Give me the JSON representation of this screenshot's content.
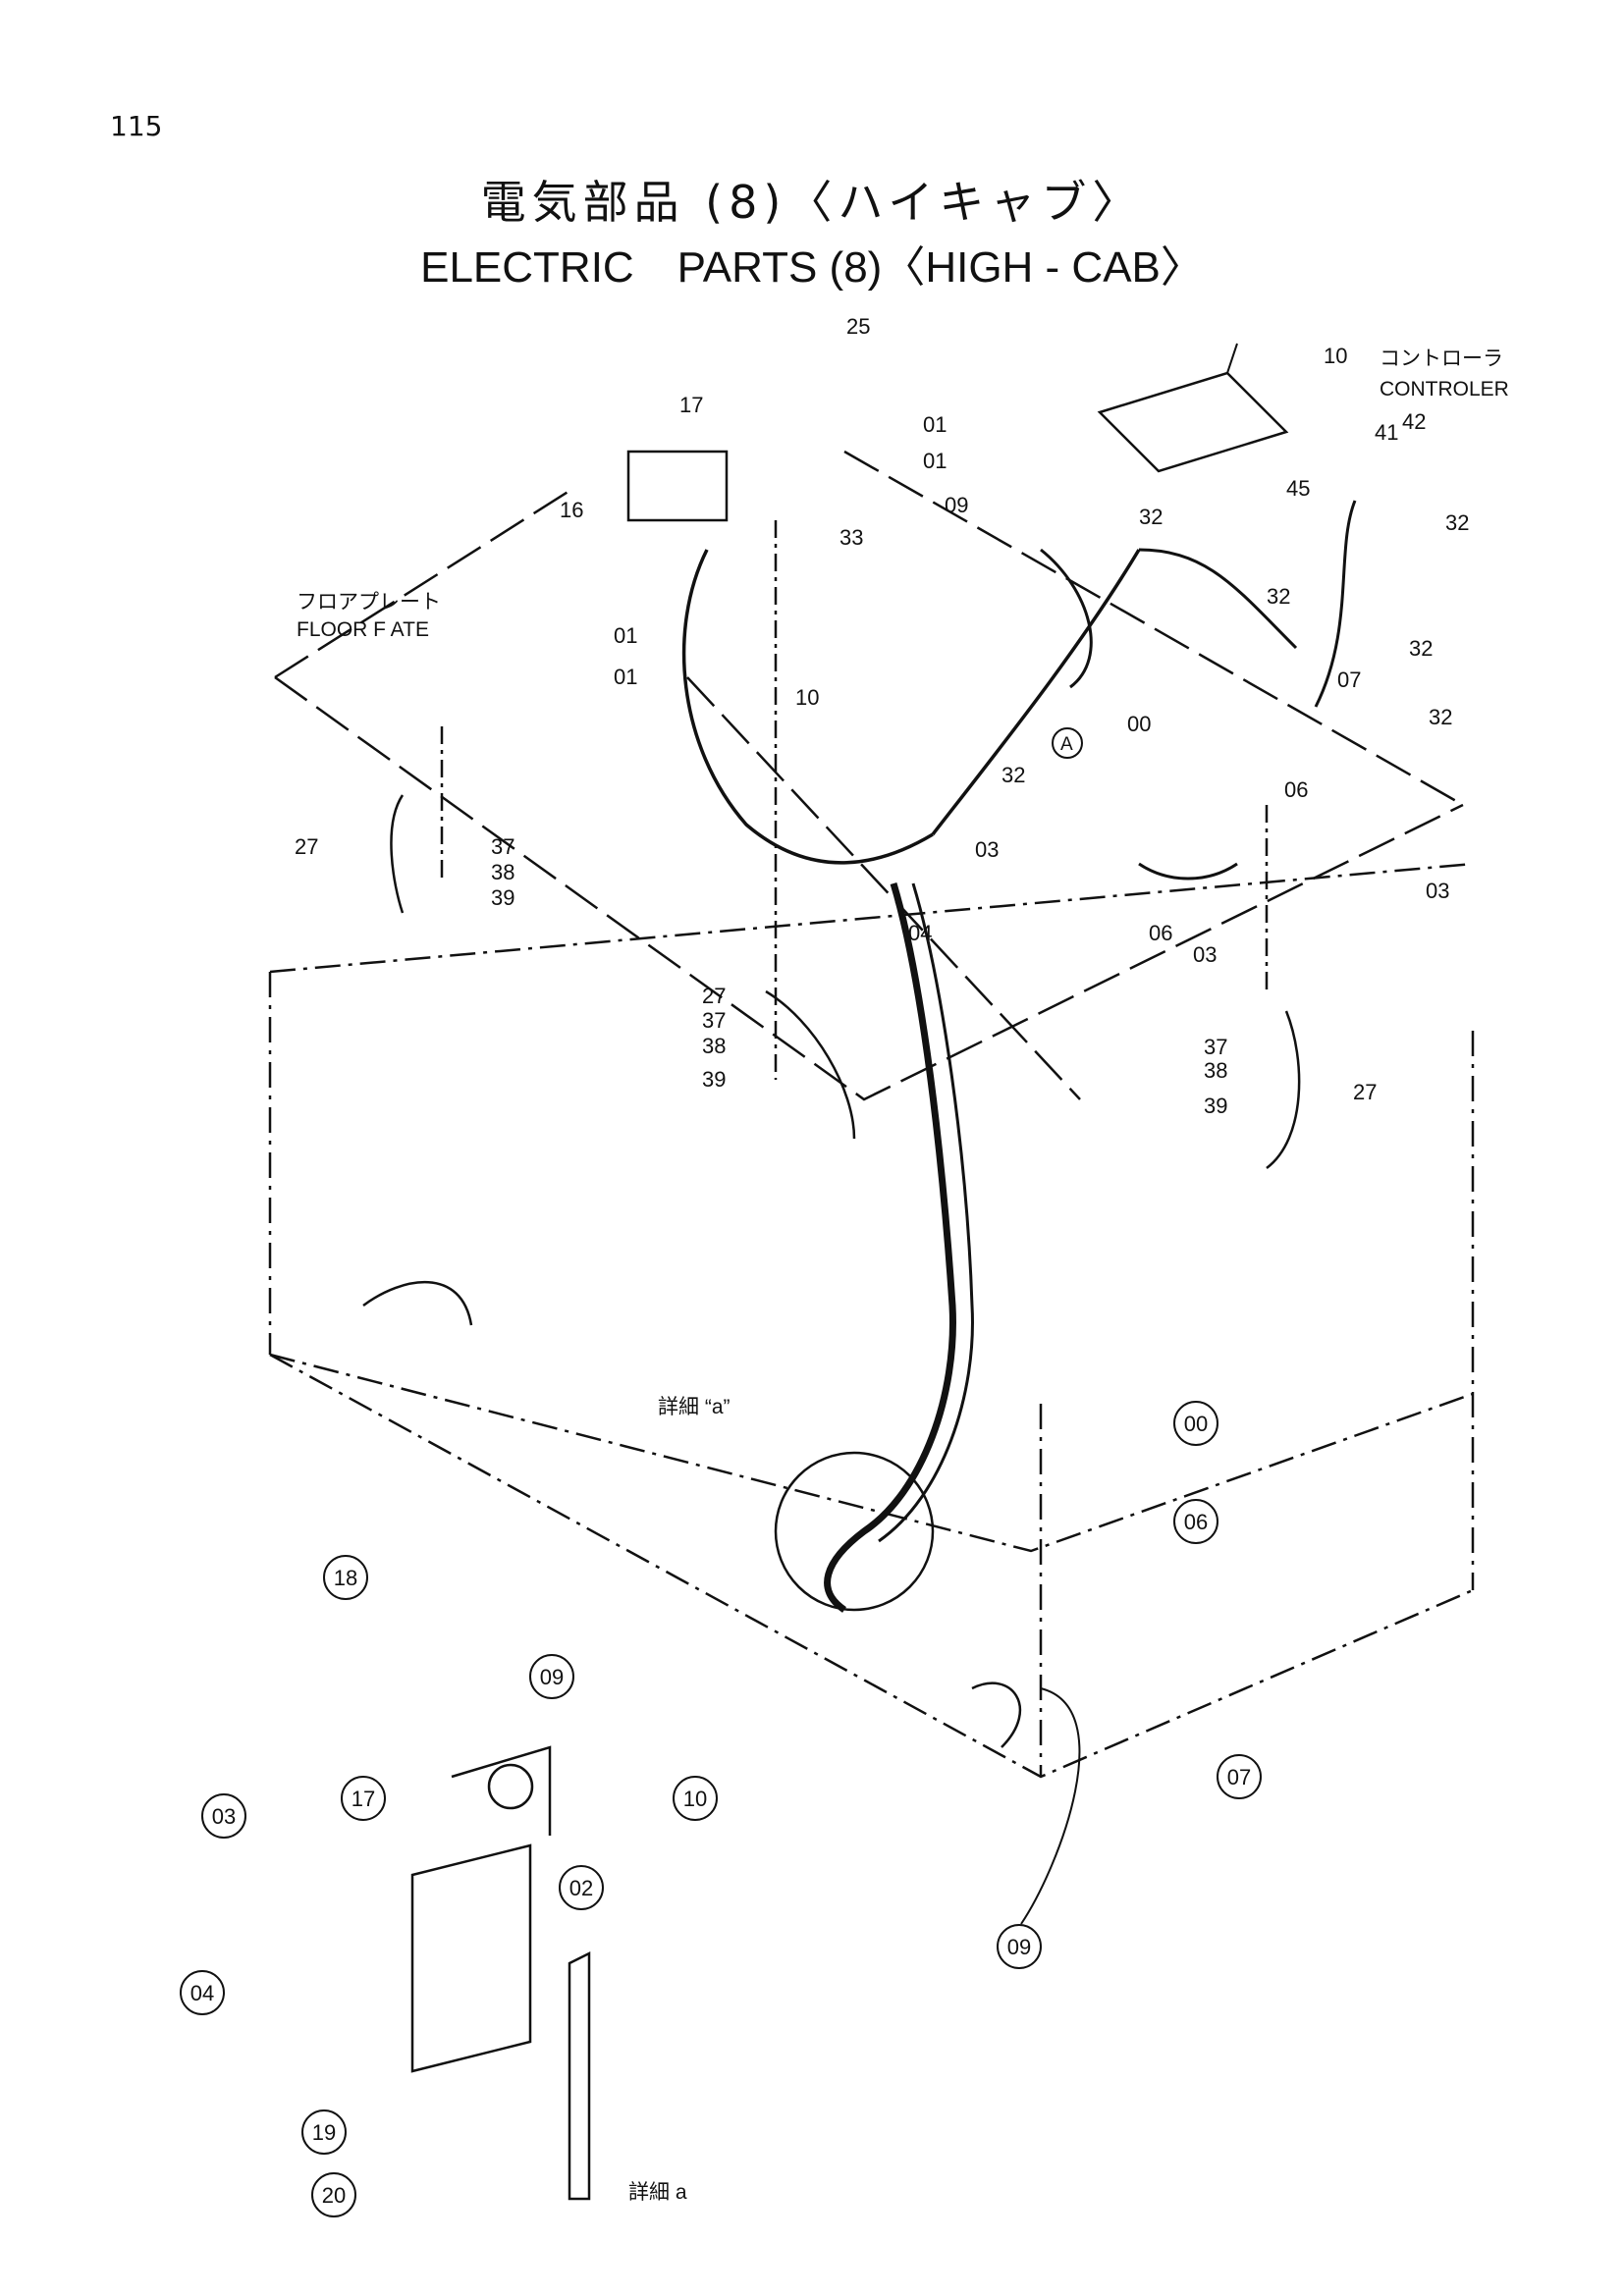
{
  "header": {
    "page_number": "115",
    "title_jp": "電気部品 (8)〈ハイキャブ〉",
    "title_en": "ELECTRIC　PARTS (8)〈HIGH - CAB〉"
  },
  "place_labels": {
    "controller_jp": "コントローラ",
    "controller_en": "CONTROLER",
    "floor_jp": "フロアプレート",
    "floor_en": "FLOOR F ATE",
    "detail_ref": "詳細 “a”",
    "detail_caption": "詳細 a"
  },
  "callouts_top": [
    "25",
    "10",
    "17",
    "01",
    "01",
    "16",
    "09",
    "33",
    "32",
    "45",
    "41",
    "42",
    "32",
    "32",
    "01",
    "01",
    "10",
    "00",
    "32",
    "32",
    "07",
    "32",
    "27",
    "37",
    "38",
    "39",
    "03",
    "04",
    "06",
    "03",
    "06",
    "03",
    "27",
    "37",
    "38",
    "39",
    "37",
    "38",
    "39",
    "27"
  ],
  "callouts_circled": [
    "00",
    "06",
    "07",
    "18",
    "09",
    "10",
    "17",
    "03",
    "02",
    "04",
    "09",
    "19",
    "20"
  ],
  "marker": "A"
}
